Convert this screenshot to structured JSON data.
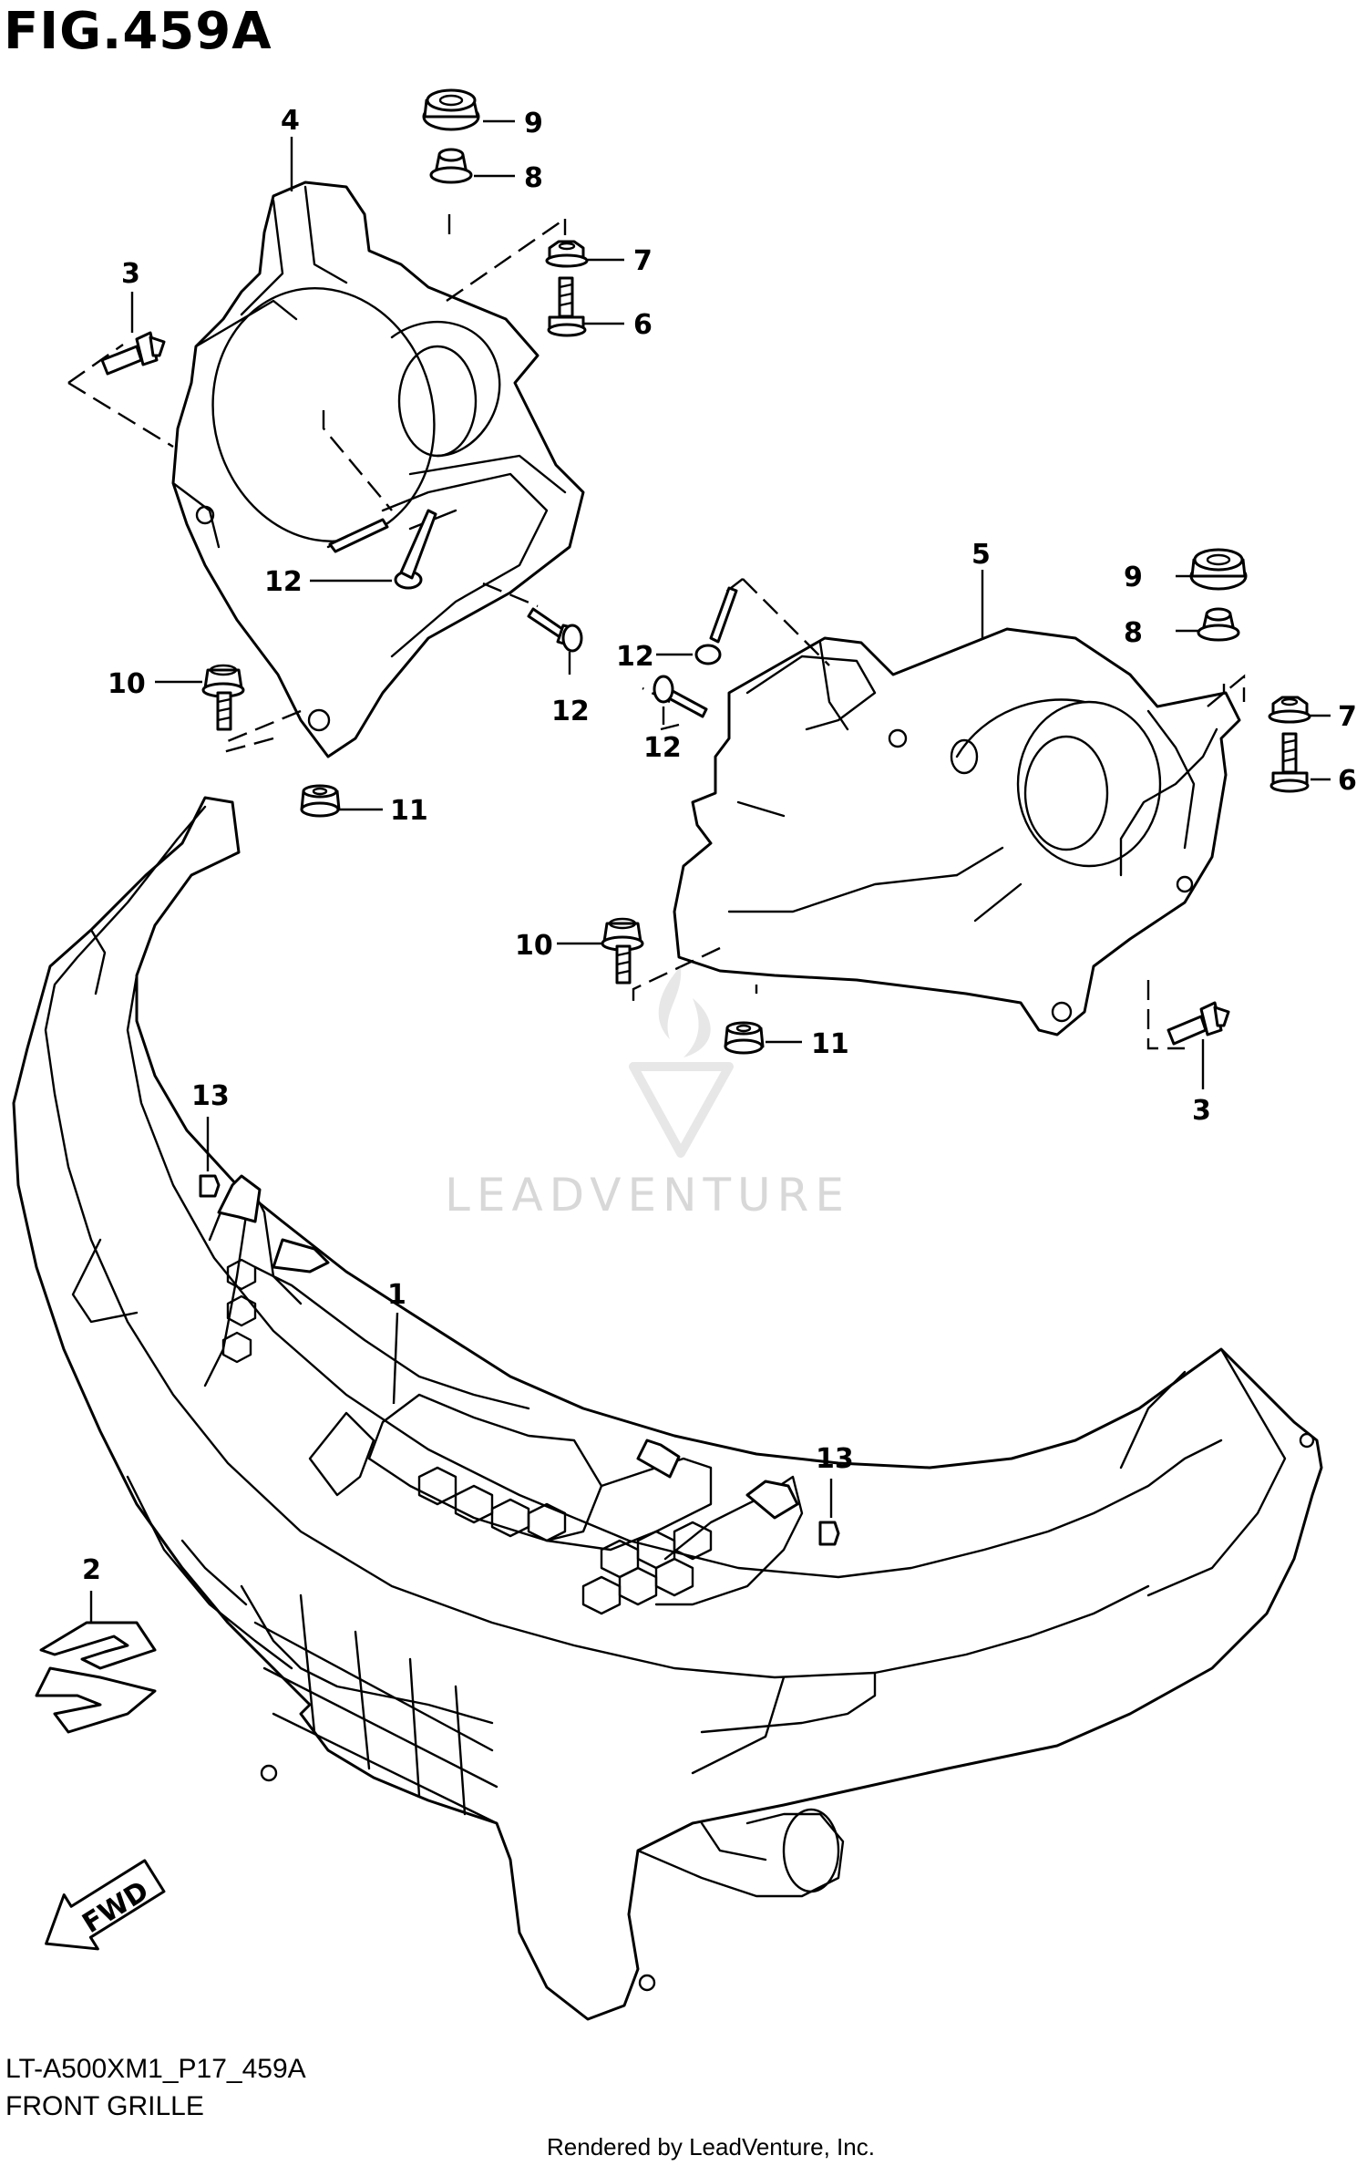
{
  "figure": {
    "title": "FIG.459A",
    "code": "LT-A500XM1_P17_459A",
    "name": "FRONT GRILLE",
    "rendered_by": "Rendered by LeadVenture, Inc.",
    "watermark": "LEADVENTURE",
    "fwd_label": "FWD"
  },
  "callouts": {
    "c1": "1",
    "c2": "2",
    "c3a": "3",
    "c3b": "3",
    "c4": "4",
    "c5": "5",
    "c6a": "6",
    "c6b": "6",
    "c7a": "7",
    "c7b": "7",
    "c8a": "8",
    "c8b": "8",
    "c9a": "9",
    "c9b": "9",
    "c10a": "10",
    "c10b": "10",
    "c11a": "11",
    "c11b": "11",
    "c12a": "12",
    "c12b": "12",
    "c12c": "12",
    "c12d": "12",
    "c13a": "13",
    "c13b": "13"
  }
}
